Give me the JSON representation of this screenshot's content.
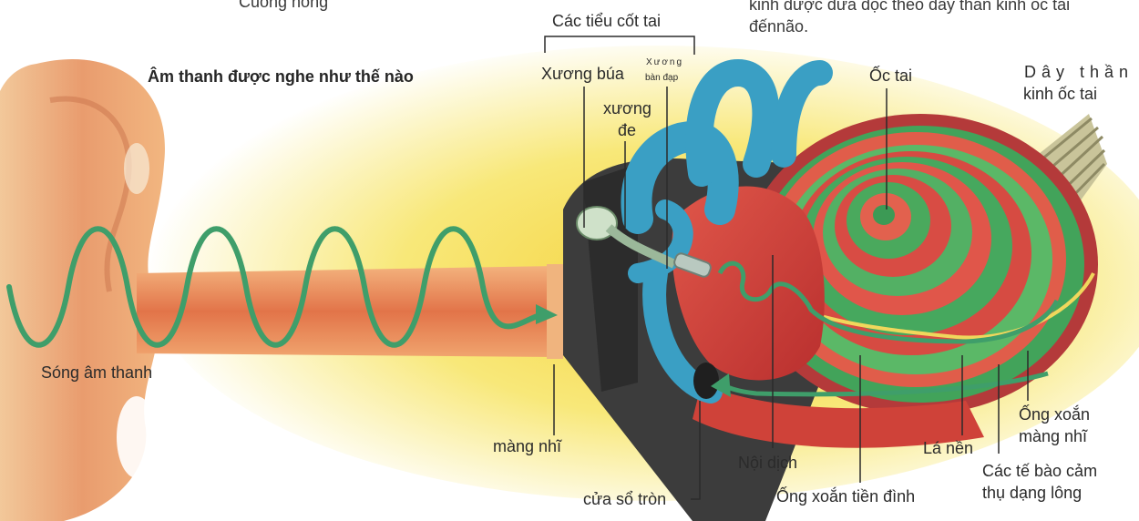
{
  "title": "Âm thanh được nghe như thế nào",
  "top_fragments": {
    "left": "Cuong nong",
    "right_line1": "kinh được đưa dọc theo dây thần kinh ốc tai",
    "right_line2": "đếnnão."
  },
  "labels": {
    "ossicles": "Các tiểu cốt tai",
    "malleus": "Xương búa",
    "stapes_line1": "Xương",
    "stapes_line2": "bàn đạp",
    "incus_line1": "xương",
    "incus_line2": "đe",
    "cochlea": "Ốc tai",
    "cochlear_nerve_line1": "Dây thần",
    "cochlear_nerve_line2": "kinh ốc tai",
    "sound_wave": "Sóng âm thanh",
    "eardrum": "màng nhĩ",
    "round_window": "cửa sổ tròn",
    "endolymph": "Nội dịch",
    "scala_vestibuli": "Ống xoắn tiền đình",
    "basilar_membrane": "Lá nền",
    "scala_tympani_line1": "Ống xoắn",
    "scala_tympani_line2": "màng nhĩ",
    "hair_cells_line1": "Các tế bào cảm",
    "hair_cells_line2": "thụ dạng lông"
  },
  "colors": {
    "background_glow": "#f7e35a",
    "ear_canal": "#e8835a",
    "sound_wave": "#3f9e6a",
    "semicircular_canals": "#3a9fc4",
    "cochlea_red": "#d9453c",
    "cochlea_green": "#3faa55",
    "leader_line": "#2b2b2b"
  }
}
